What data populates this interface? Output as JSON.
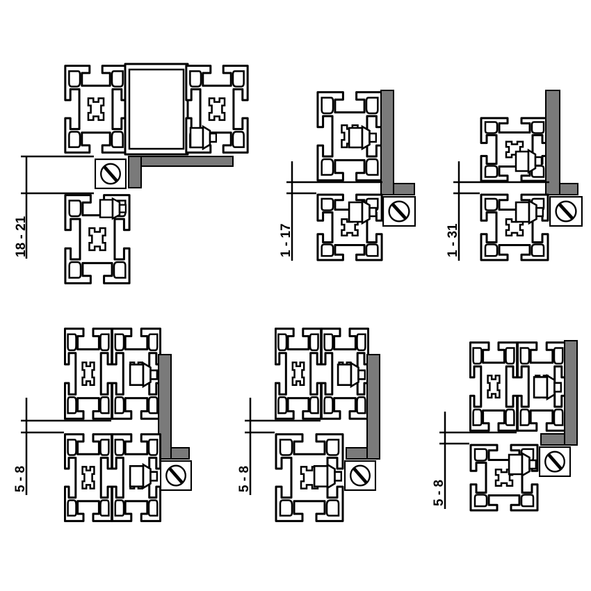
{
  "dimensions": {
    "panel1": "18 - 21",
    "panel2": "1 - 17",
    "panel3": "1 - 31",
    "panel4": "5 - 8",
    "panel5": "5 - 8",
    "panel6": "5 - 8"
  }
}
